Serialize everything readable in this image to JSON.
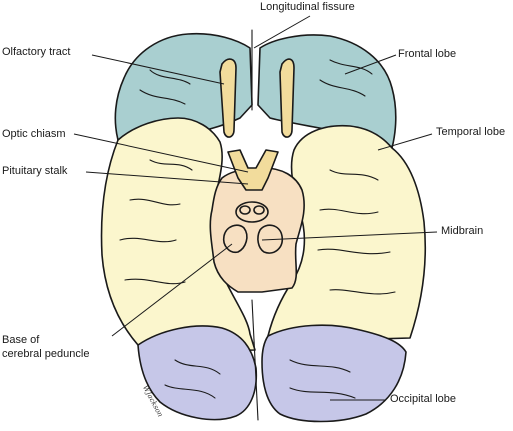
{
  "colors": {
    "frontal": "#a9cfd0",
    "temporal": "#fbf6cd",
    "occipital": "#c6c7e8",
    "brainstem": "#f7e0c2",
    "tract": "#f2dc9c",
    "outline": "#1a1a1a"
  },
  "labels": {
    "longitudinal_fissure": "Longitudinal fissure",
    "olfactory_tract": "Olfactory tract",
    "frontal_lobe": "Frontal lobe",
    "optic_chiasm": "Optic chiasm",
    "temporal_lobe": "Temporal lobe",
    "pituitary_stalk": "Pituitary stalk",
    "midbrain": "Midbrain",
    "base_cerebral_peduncle_line1": "Base of",
    "base_cerebral_peduncle_line2": "cerebral peduncle",
    "occipital_lobe": "Occipital lobe"
  },
  "artist_signature": "WJackson"
}
